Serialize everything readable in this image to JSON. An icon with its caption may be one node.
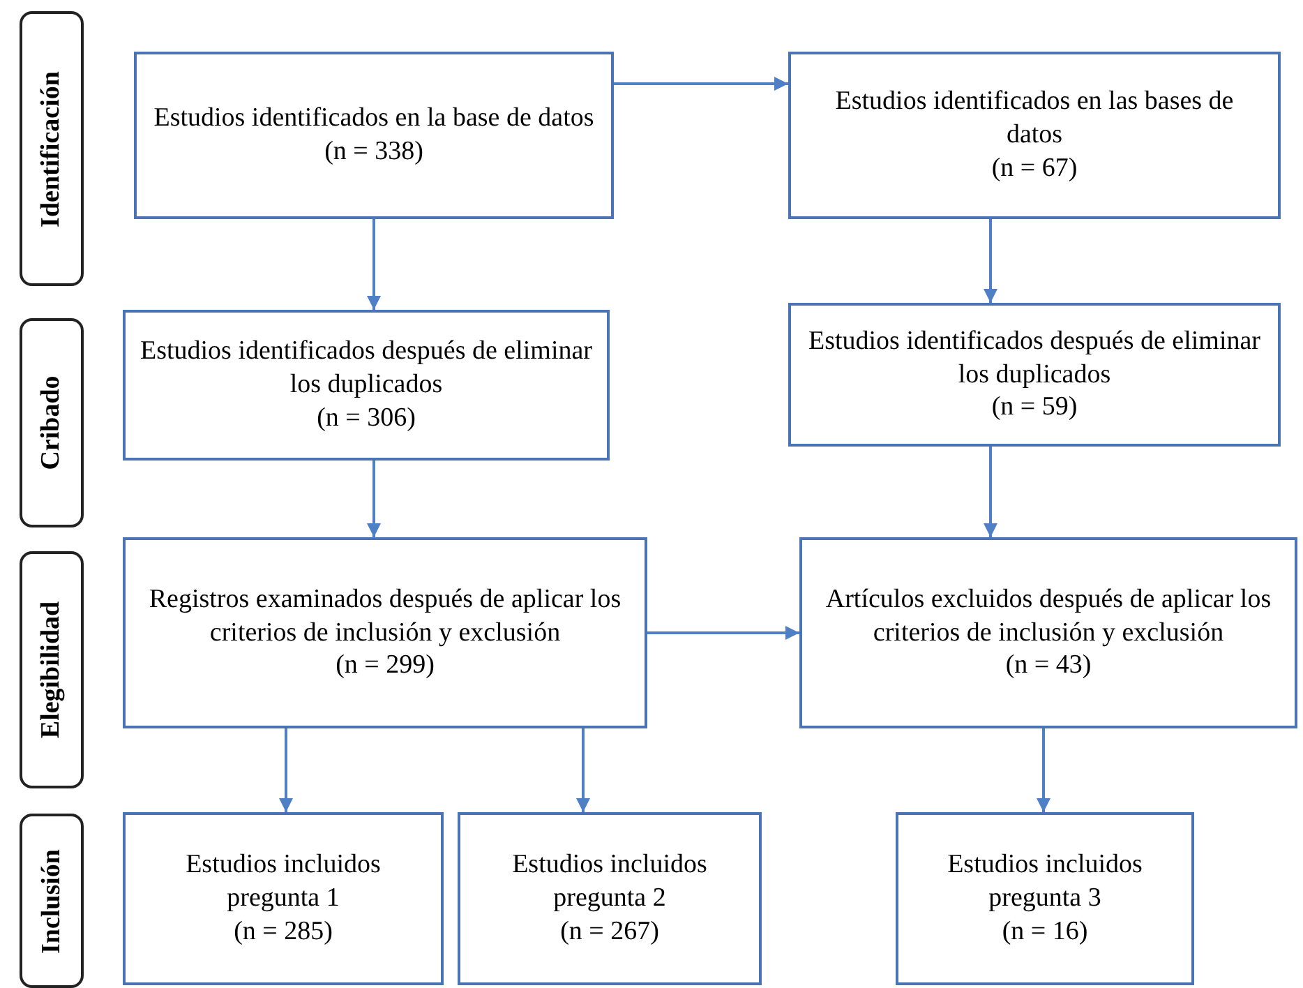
{
  "diagram": {
    "nodes": [
      {
        "text": [
          "Identificación"
        ]
      },
      {
        "text": [
          "Cribado"
        ]
      },
      {
        "text": [
          "Elegibilidad"
        ]
      },
      {
        "text": [
          "Inclusión"
        ]
      },
      {
        "text": [
          "Estudios identificados en la base de datos",
          "(n = 338)"
        ]
      },
      {
        "text": [
          "Estudios identificados en las bases de datos",
          "(n = 67)"
        ]
      },
      {
        "text": [
          "Estudios identificados después de eliminar los duplicados",
          "(n = 306)"
        ]
      },
      {
        "text": [
          "Estudios identificados después de eliminar los duplicados",
          "(n = 59)"
        ]
      },
      {
        "text": [
          "Registros examinados después de aplicar los criterios de inclusión y exclusión",
          "(n = 299)"
        ]
      },
      {
        "text": [
          "Artículos excluidos después de aplicar los criterios de inclusión y exclusión",
          "(n = 43)"
        ]
      },
      {
        "text": [
          "Estudios incluidos pregunta 1",
          "(n = 285)"
        ]
      },
      {
        "text": [
          "Estudios incluidos pregunta 2",
          "(n = 267)"
        ]
      },
      {
        "text": [
          "Estudios incluidos pregunta 3",
          "(n = 16)"
        ]
      }
    ],
    "edges": [
      {
        "from": 4,
        "to": 5,
        "arrow": "to"
      },
      {
        "from": 4,
        "to": 6,
        "arrow": "to"
      },
      {
        "from": 5,
        "to": 7,
        "arrow": "to"
      },
      {
        "from": 6,
        "to": 8,
        "arrow": "to"
      },
      {
        "from": 7,
        "to": 9,
        "arrow": "to"
      },
      {
        "from": 8,
        "to": 9,
        "arrow": "to"
      },
      {
        "from": 8,
        "to": 10,
        "arrow": "to"
      },
      {
        "from": 8,
        "to": 11,
        "arrow": "to"
      },
      {
        "from": 9,
        "to": 12,
        "arrow": "to"
      }
    ]
  }
}
